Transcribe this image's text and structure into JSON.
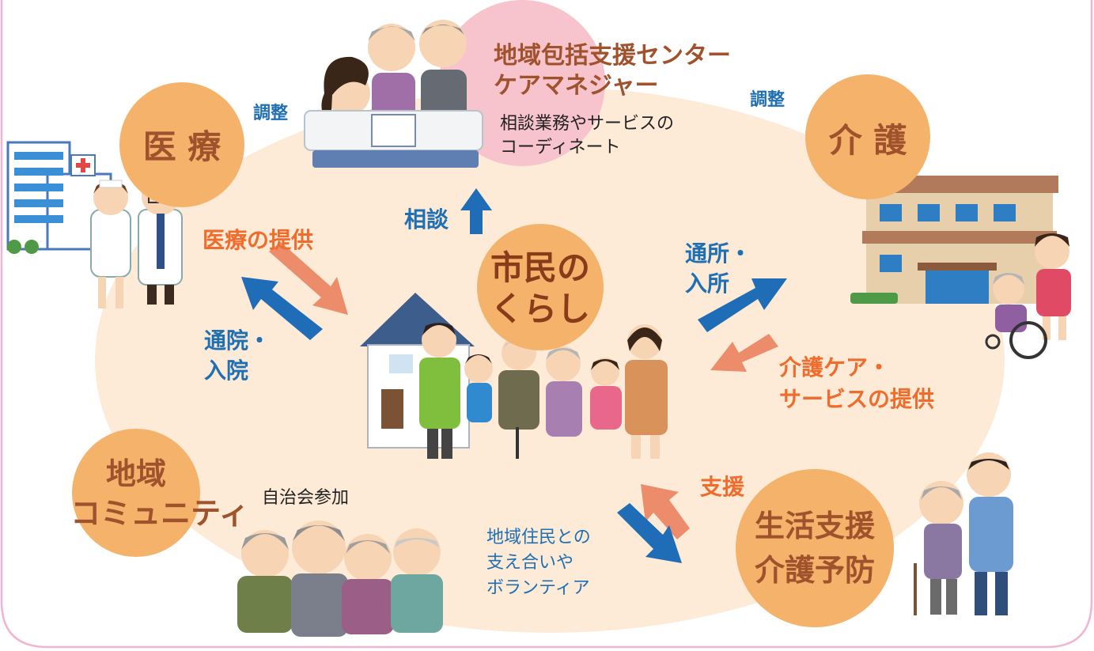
{
  "colors": {
    "background": "#ffffff",
    "region": "#fdebd8",
    "frame_border": "#f2b4cf",
    "node": "#f5b26b",
    "node_text": "#a0522d",
    "center_text": "#8a3c1a",
    "blue_text": "#1f6fb3",
    "orange_text": "#ef6c2d",
    "arrow_blue": "#1e6db6",
    "arrow_salmon": "#ec8c6b",
    "pink_circle": "#f7c3cc"
  },
  "nodes": {
    "medical": "医 療",
    "care": "介 護",
    "center_lines": [
      "市民の",
      "くらし"
    ],
    "community_lines": [
      "地域",
      "コミュニティ"
    ],
    "support_lines": [
      "生活支援",
      "介護予防"
    ]
  },
  "coordinator": {
    "title_lines": [
      "地域包括支援センター",
      "ケアマネジャー"
    ],
    "desc_lines": [
      "相談業務やサービスの",
      "コーディネート"
    ]
  },
  "labels": {
    "adjust_left": "調整",
    "adjust_right": "調整",
    "consult": "相談",
    "medical_provide": "医療の提供",
    "hospital_visit_lines": [
      "通院・",
      "入院"
    ],
    "facility_visit_lines": [
      "通所・",
      "入所"
    ],
    "care_provide_lines": [
      "介護ケア・",
      "サービスの提供"
    ],
    "support": "支援",
    "neighborhood": "自治会参加",
    "volunteer_lines": [
      "地域住民との",
      "支え合いや",
      "ボランティア"
    ]
  },
  "illustration_icons": [
    "hospital-building-icon",
    "nurse-doctor-icon",
    "counselor-elderly-couple-icon",
    "care-facility-building-icon",
    "caregiver-wheelchair-icon",
    "family-house-icon",
    "elderly-group-icon",
    "elderly-walking-helper-icon"
  ]
}
